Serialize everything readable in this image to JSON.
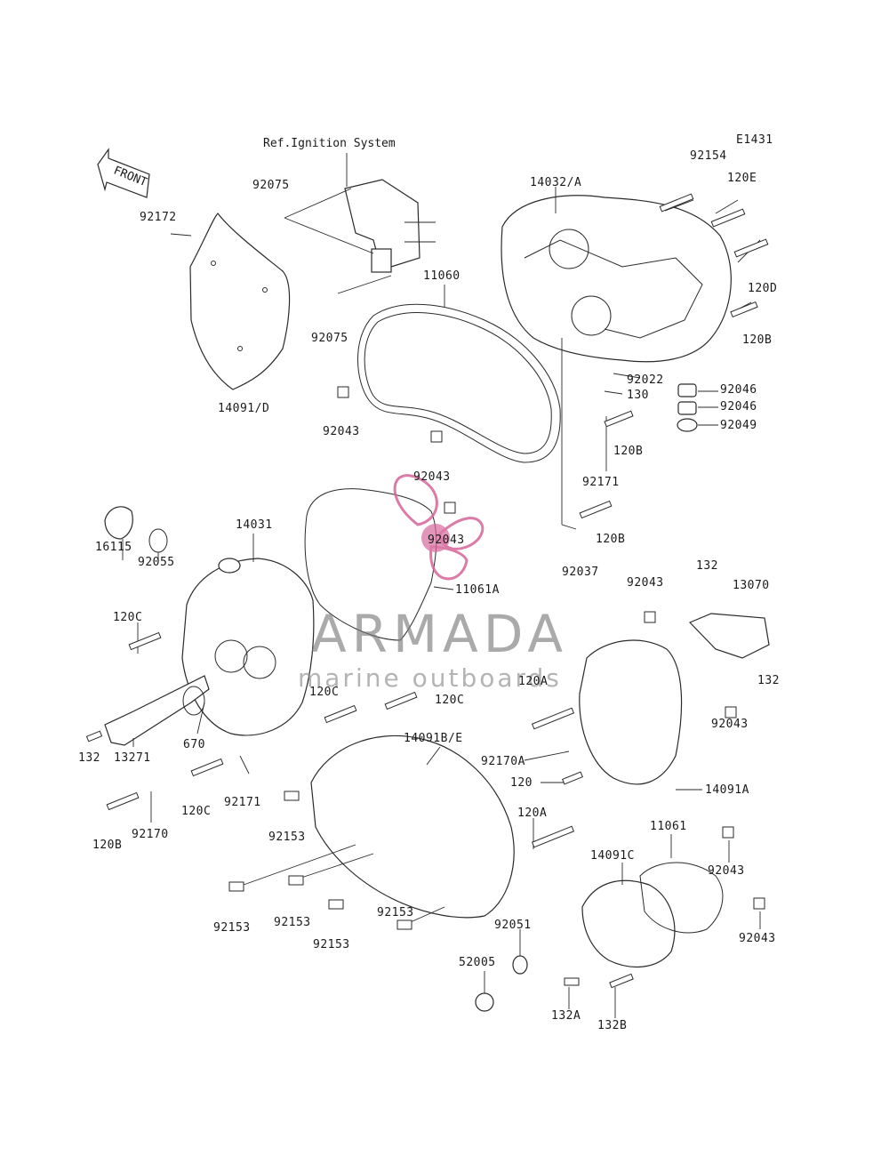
{
  "diagram_code": "E1431",
  "reference_note": "Ref.Ignition System",
  "front_arrow_label": "FRONT",
  "watermark": {
    "brand": "ARMADA",
    "tagline": "marine outboards",
    "accent_color": "#d6649a"
  },
  "part_labels": [
    "92154",
    "14032/A",
    "120E",
    "120D",
    "120B",
    "92075",
    "92172",
    "11060",
    "92075",
    "14091/D",
    "92043",
    "92022",
    "130",
    "92046",
    "92046",
    "92049",
    "120B",
    "92043",
    "92171",
    "14031",
    "16115",
    "92055",
    "92043",
    "11061A",
    "120B",
    "92037",
    "120C",
    "132",
    "13070",
    "92043",
    "120A",
    "132",
    "120C",
    "120C",
    "670",
    "132",
    "13271",
    "92043",
    "14091B/E",
    "92170A",
    "120",
    "14091A",
    "120C",
    "92171",
    "120B",
    "92170",
    "92153",
    "120A",
    "11061",
    "92043",
    "14091C",
    "92153",
    "92153",
    "92153",
    "92153",
    "92051",
    "92043",
    "52005",
    "132A",
    "132B"
  ]
}
